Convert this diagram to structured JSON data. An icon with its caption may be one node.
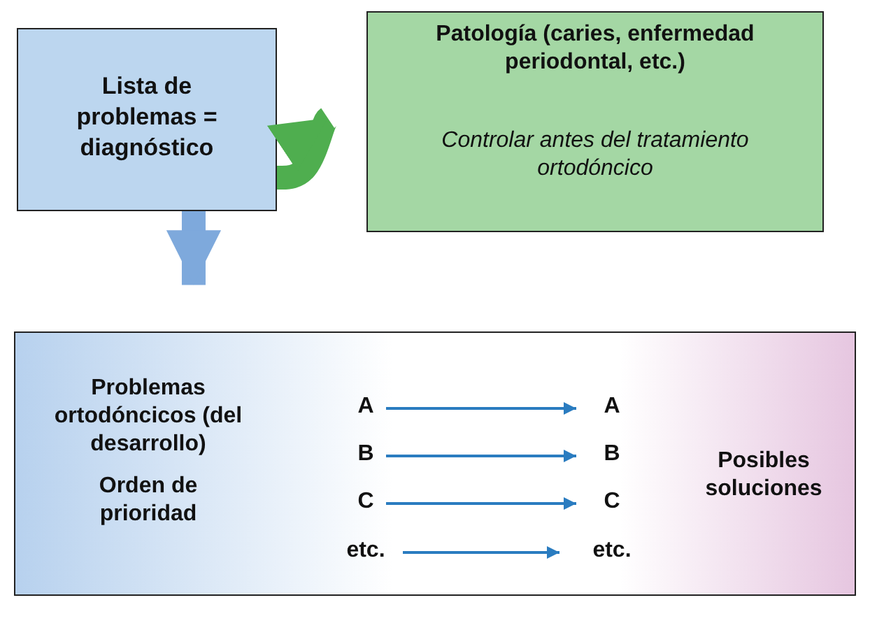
{
  "diagram": {
    "nodes": [
      {
        "text": [
          "Lista de problemas = diagnóstico"
        ]
      },
      {
        "text": [
          "Patología (caries, enfermedad periodontal, etc.)",
          "Controlar antes del tratamiento ortodóncico"
        ]
      },
      {
        "text": [
          "Problemas ortodóncicos (del desarrollo)",
          "Orden de prioridad",
          "Posibles soluciones"
        ]
      },
      {
        "text": [
          "A"
        ],
        "in": 2
      },
      {
        "text": [
          "B"
        ],
        "in": 2
      },
      {
        "text": [
          "C"
        ],
        "in": 2
      },
      {
        "text": [
          "etc."
        ],
        "in": 2
      },
      {
        "text": [
          "A"
        ],
        "in": 2
      },
      {
        "text": [
          "B"
        ],
        "in": 2
      },
      {
        "text": [
          "C"
        ],
        "in": 2
      },
      {
        "text": [
          "etc."
        ],
        "in": 2
      }
    ],
    "edges": [
      {
        "from": 0,
        "to": 1,
        "arrow": "to",
        "style": "thick",
        "color": "#4fae4f"
      },
      {
        "from": 0,
        "to": 2,
        "arrow": "to",
        "style": "thick",
        "color": "#7ea9dc"
      },
      {
        "from": 3,
        "to": 7,
        "arrow": "to"
      },
      {
        "from": 4,
        "to": 8,
        "arrow": "to"
      },
      {
        "from": 5,
        "to": 9,
        "arrow": "to"
      },
      {
        "from": 6,
        "to": 10,
        "arrow": "to"
      }
    ]
  }
}
